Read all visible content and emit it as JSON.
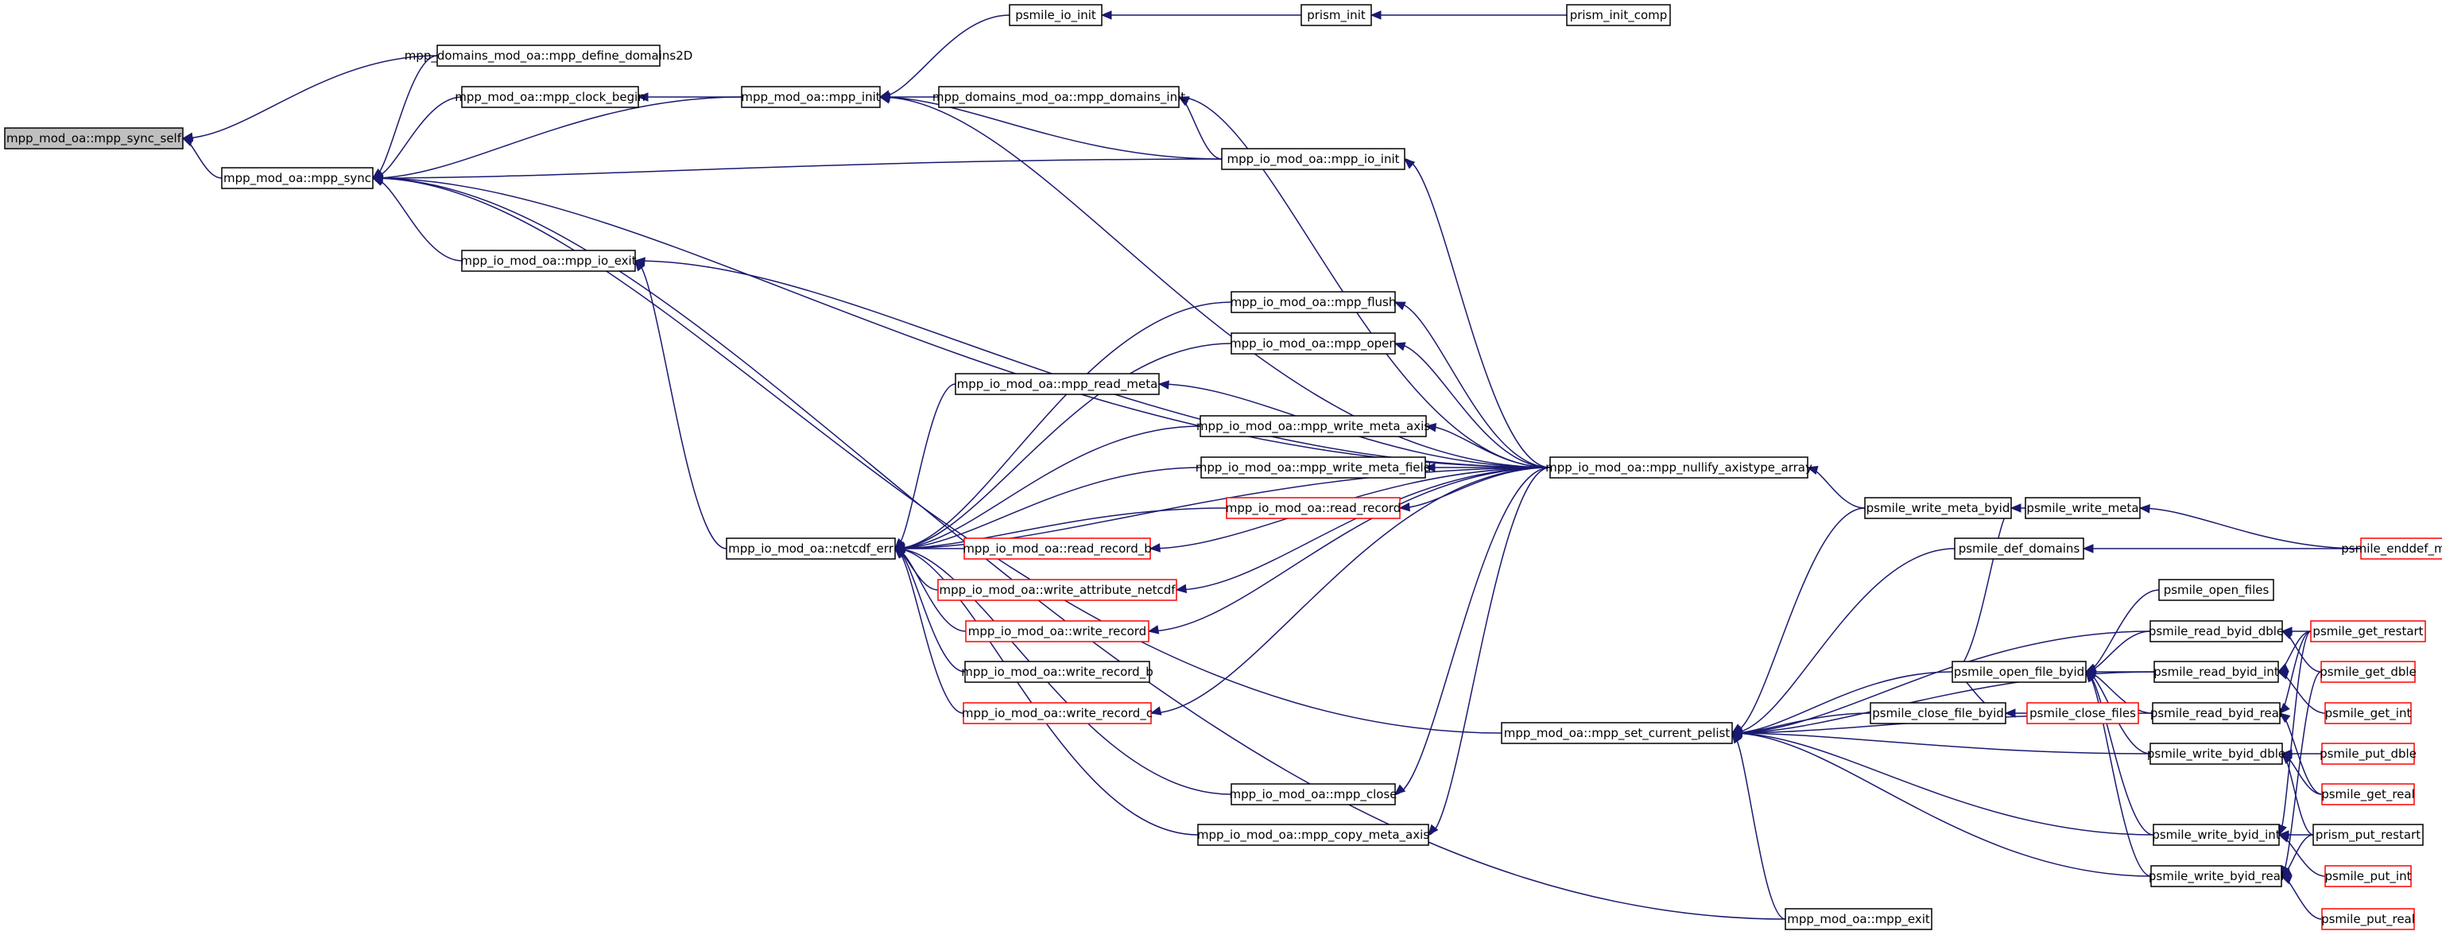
{
  "colors": {
    "edge": "#191970",
    "node_border": "#000000",
    "external_border": "#ff0000",
    "root_fill": "#bfbfbf"
  },
  "nodes": [
    {
      "id": "n0",
      "label": "mpp_mod_oa::mpp_sync_self",
      "root": true
    },
    {
      "id": "n1",
      "label": "mpp_domains_mod_oa::mpp_define_domains2D"
    },
    {
      "id": "n2",
      "label": "mpp_mod_oa::mpp_sync"
    },
    {
      "id": "n3",
      "label": "mpp_mod_oa::mpp_clock_begin"
    },
    {
      "id": "n4",
      "label": "mpp_mod_oa::mpp_init"
    },
    {
      "id": "n5",
      "label": "psmile_io_init"
    },
    {
      "id": "n6",
      "label": "prism_init"
    },
    {
      "id": "n7",
      "label": "prism_init_comp"
    },
    {
      "id": "n8",
      "label": "mpp_domains_mod_oa::mpp_domains_init"
    },
    {
      "id": "n9",
      "label": "mpp_io_mod_oa::mpp_io_init"
    },
    {
      "id": "n10",
      "label": "mpp_io_mod_oa::mpp_io_exit"
    },
    {
      "id": "n11",
      "label": "mpp_io_mod_oa::netcdf_err"
    },
    {
      "id": "n12",
      "label": "mpp_io_mod_oa::mpp_flush"
    },
    {
      "id": "n13",
      "label": "mpp_io_mod_oa::mpp_open"
    },
    {
      "id": "n14",
      "label": "mpp_io_mod_oa::mpp_read_meta"
    },
    {
      "id": "n15",
      "label": "mpp_io_mod_oa::mpp_write_meta_axis"
    },
    {
      "id": "n16",
      "label": "mpp_io_mod_oa::mpp_write_meta_field"
    },
    {
      "id": "n17",
      "label": "mpp_io_mod_oa::mpp_nullify_axistype_array"
    },
    {
      "id": "n18",
      "label": "mpp_io_mod_oa::read_record",
      "external": true
    },
    {
      "id": "n19",
      "label": "mpp_io_mod_oa::read_record_b",
      "external": true
    },
    {
      "id": "n20",
      "label": "mpp_io_mod_oa::write_attribute_netcdf",
      "external": true
    },
    {
      "id": "n21",
      "label": "mpp_io_mod_oa::write_record",
      "external": true
    },
    {
      "id": "n22",
      "label": "mpp_io_mod_oa::write_record_b"
    },
    {
      "id": "n23",
      "label": "mpp_io_mod_oa::write_record_c",
      "external": true
    },
    {
      "id": "n24",
      "label": "mpp_io_mod_oa::mpp_close"
    },
    {
      "id": "n25",
      "label": "mpp_io_mod_oa::mpp_copy_meta_axis"
    },
    {
      "id": "n26",
      "label": "mpp_mod_oa::mpp_set_current_pelist"
    },
    {
      "id": "n27",
      "label": "mpp_mod_oa::mpp_exit"
    },
    {
      "id": "n28",
      "label": "psmile_write_meta_byid"
    },
    {
      "id": "n29",
      "label": "psmile_write_meta"
    },
    {
      "id": "n30",
      "label": "psmile_enddef_metadata",
      "external": true
    },
    {
      "id": "n31",
      "label": "psmile_def_domains"
    },
    {
      "id": "n32",
      "label": "psmile_open_files"
    },
    {
      "id": "n33",
      "label": "psmile_open_file_byid"
    },
    {
      "id": "n34",
      "label": "psmile_close_file_byid"
    },
    {
      "id": "n35",
      "label": "psmile_close_files",
      "external": true
    },
    {
      "id": "n36",
      "label": "psmile_read_byid_dble"
    },
    {
      "id": "n37",
      "label": "psmile_read_byid_int"
    },
    {
      "id": "n38",
      "label": "psmile_read_byid_real"
    },
    {
      "id": "n39",
      "label": "psmile_write_byid_dble"
    },
    {
      "id": "n40",
      "label": "psmile_write_byid_int"
    },
    {
      "id": "n41",
      "label": "psmile_write_byid_real"
    },
    {
      "id": "n42",
      "label": "psmile_get_restart",
      "external": true
    },
    {
      "id": "n43",
      "label": "psmile_get_dble",
      "external": true
    },
    {
      "id": "n44",
      "label": "psmile_get_int",
      "external": true
    },
    {
      "id": "n45",
      "label": "psmile_put_dble",
      "external": true
    },
    {
      "id": "n46",
      "label": "psmile_get_real",
      "external": true
    },
    {
      "id": "n47",
      "label": "prism_put_restart"
    },
    {
      "id": "n48",
      "label": "psmile_put_int",
      "external": true
    },
    {
      "id": "n49",
      "label": "psmile_put_real",
      "external": true
    }
  ],
  "edges": [
    [
      "n1",
      "n0"
    ],
    [
      "n2",
      "n0"
    ],
    [
      "n3",
      "n2"
    ],
    [
      "n4",
      "n2"
    ],
    [
      "n9",
      "n2"
    ],
    [
      "n10",
      "n2"
    ],
    [
      "n17",
      "n2"
    ],
    [
      "n26",
      "n2"
    ],
    [
      "n27",
      "n2"
    ],
    [
      "n1",
      "n2"
    ],
    [
      "n4",
      "n3"
    ],
    [
      "n5",
      "n4"
    ],
    [
      "n8",
      "n4"
    ],
    [
      "n9",
      "n4"
    ],
    [
      "n17",
      "n4"
    ],
    [
      "n6",
      "n5"
    ],
    [
      "n7",
      "n6"
    ],
    [
      "n9",
      "n8"
    ],
    [
      "n17",
      "n8"
    ],
    [
      "n17",
      "n9"
    ],
    [
      "n11",
      "n10"
    ],
    [
      "n17",
      "n10"
    ],
    [
      "n12",
      "n11"
    ],
    [
      "n13",
      "n11"
    ],
    [
      "n14",
      "n11"
    ],
    [
      "n15",
      "n11"
    ],
    [
      "n16",
      "n11"
    ],
    [
      "n18",
      "n11"
    ],
    [
      "n19",
      "n11"
    ],
    [
      "n20",
      "n11"
    ],
    [
      "n21",
      "n11"
    ],
    [
      "n22",
      "n11"
    ],
    [
      "n23",
      "n11"
    ],
    [
      "n24",
      "n11"
    ],
    [
      "n25",
      "n11"
    ],
    [
      "n17",
      "n11"
    ],
    [
      "n17",
      "n12"
    ],
    [
      "n17",
      "n13"
    ],
    [
      "n17",
      "n14"
    ],
    [
      "n17",
      "n15"
    ],
    [
      "n17",
      "n16"
    ],
    [
      "n17",
      "n18"
    ],
    [
      "n17",
      "n19"
    ],
    [
      "n17",
      "n20"
    ],
    [
      "n17",
      "n21"
    ],
    [
      "n17",
      "n23"
    ],
    [
      "n17",
      "n24"
    ],
    [
      "n17",
      "n25"
    ],
    [
      "n28",
      "n17"
    ],
    [
      "n28",
      "n26"
    ],
    [
      "n31",
      "n26"
    ],
    [
      "n33",
      "n26"
    ],
    [
      "n34",
      "n26"
    ],
    [
      "n36",
      "n26"
    ],
    [
      "n37",
      "n26"
    ],
    [
      "n38",
      "n26"
    ],
    [
      "n39",
      "n26"
    ],
    [
      "n40",
      "n26"
    ],
    [
      "n41",
      "n26"
    ],
    [
      "n27",
      "n26"
    ],
    [
      "n29",
      "n28"
    ],
    [
      "n30",
      "n29"
    ],
    [
      "n30",
      "n31"
    ],
    [
      "n33",
      "n28"
    ],
    [
      "n32",
      "n33"
    ],
    [
      "n36",
      "n33"
    ],
    [
      "n37",
      "n33"
    ],
    [
      "n38",
      "n33"
    ],
    [
      "n39",
      "n33"
    ],
    [
      "n40",
      "n33"
    ],
    [
      "n41",
      "n33"
    ],
    [
      "n35",
      "n34"
    ],
    [
      "n34",
      "n33"
    ],
    [
      "n42",
      "n36"
    ],
    [
      "n43",
      "n36"
    ],
    [
      "n42",
      "n37"
    ],
    [
      "n44",
      "n37"
    ],
    [
      "n42",
      "n38"
    ],
    [
      "n46",
      "n38"
    ],
    [
      "n45",
      "n39"
    ],
    [
      "n47",
      "n39"
    ],
    [
      "n46",
      "n39"
    ],
    [
      "n47",
      "n40"
    ],
    [
      "n48",
      "n40"
    ],
    [
      "n42",
      "n40"
    ],
    [
      "n49",
      "n41"
    ],
    [
      "n47",
      "n41"
    ],
    [
      "n43",
      "n41"
    ]
  ]
}
